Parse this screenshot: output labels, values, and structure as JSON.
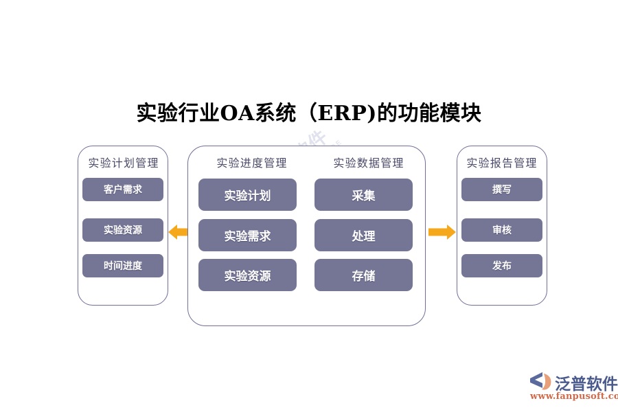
{
  "title": "实验行业OA系统（ERP)的功能模块",
  "watermark": {
    "cn": "泛普软件",
    "en": "FANPU SOFTWARE"
  },
  "groups": {
    "plan": {
      "header": "实验计划管理",
      "items": [
        {
          "label": "客户需求"
        },
        {
          "label": "实验资源"
        },
        {
          "label": "时间进度"
        }
      ]
    },
    "progress": {
      "header": "实验进度管理",
      "items": [
        {
          "label": "实验计划"
        },
        {
          "label": "实验需求"
        },
        {
          "label": "实验资源"
        }
      ]
    },
    "data": {
      "header": "实验数据管理",
      "items": [
        {
          "label": "采集"
        },
        {
          "label": "处理"
        },
        {
          "label": "存储"
        }
      ]
    },
    "report": {
      "header": "实验报告管理",
      "items": [
        {
          "label": "撰写"
        },
        {
          "label": "审核"
        },
        {
          "label": "发布"
        }
      ]
    }
  },
  "arrows": [
    {
      "name": "arrow-left",
      "direction": "left"
    },
    {
      "name": "arrow-right",
      "direction": "right"
    }
  ],
  "logo": {
    "cn": "泛普软件",
    "url": "www.fanpusoft.com"
  },
  "colors": {
    "pill_fill": "#757596",
    "pill_text": "#ffffff",
    "container_border": "#6f6f99",
    "header_text": "#4a4a6a",
    "arrow": "#f5a81b",
    "title_text": "#000000",
    "logo_cn": "#4a5a8c",
    "logo_url": "#cf6a4a",
    "background": "#ffffff"
  }
}
